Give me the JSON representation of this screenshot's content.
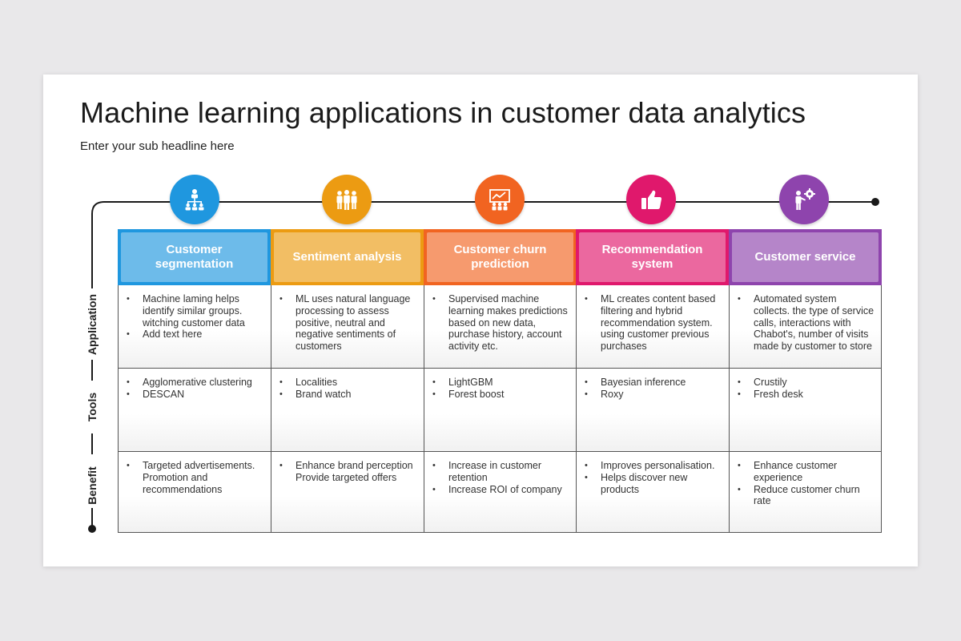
{
  "title": "Machine learning applications in customer data analytics",
  "subtitle": "Enter your sub headline here",
  "row_labels": [
    "Application",
    "Tools",
    "Benefit"
  ],
  "columns": [
    {
      "header": "Customer segmentation",
      "color": "#1f97df",
      "icon": "org-chart-icon",
      "application": [
        "Machine laming helps identify similar groups. witching customer data",
        "Add text here"
      ],
      "tools": [
        "Agglomerative clustering",
        "DESCAN"
      ],
      "benefit": [
        "Targeted advertisements. Promotion and recommendations"
      ]
    },
    {
      "header": "Sentiment analysis",
      "color": "#ec9b12",
      "icon": "people-group-icon",
      "application": [
        "ML uses natural language processing to assess positive, neutral and negative sentiments of customers"
      ],
      "tools": [
        "Localities",
        "Brand watch"
      ],
      "benefit": [
        "Enhance brand perception Provide targeted offers"
      ]
    },
    {
      "header": "Customer churn prediction",
      "color": "#f16421",
      "icon": "presentation-board-icon",
      "application": [
        "Supervised machine learning makes predictions based on new data, purchase history, account activity etc."
      ],
      "tools": [
        "LightGBM",
        "Forest boost"
      ],
      "benefit": [
        "Increase in customer retention",
        "Increase ROI of company"
      ]
    },
    {
      "header": "Recommendation system",
      "color": "#e0186c",
      "icon": "thumbs-up-icon",
      "application": [
        "ML creates content based filtering and hybrid recommendation system. using customer previous purchases"
      ],
      "tools": [
        "Bayesian inference",
        "Roxy"
      ],
      "benefit": [
        "Improves personalisation.",
        "Helps discover new products"
      ]
    },
    {
      "header": "Customer service",
      "color": "#8e44ad",
      "icon": "person-gear-icon",
      "application": [
        "Automated system collects. the type of service calls, interactions with Chabot's, number of visits made by customer to store"
      ],
      "tools": [
        "Crustily",
        "Fresh desk"
      ],
      "benefit": [
        "Enhance customer experience",
        "Reduce customer churn rate"
      ]
    }
  ]
}
